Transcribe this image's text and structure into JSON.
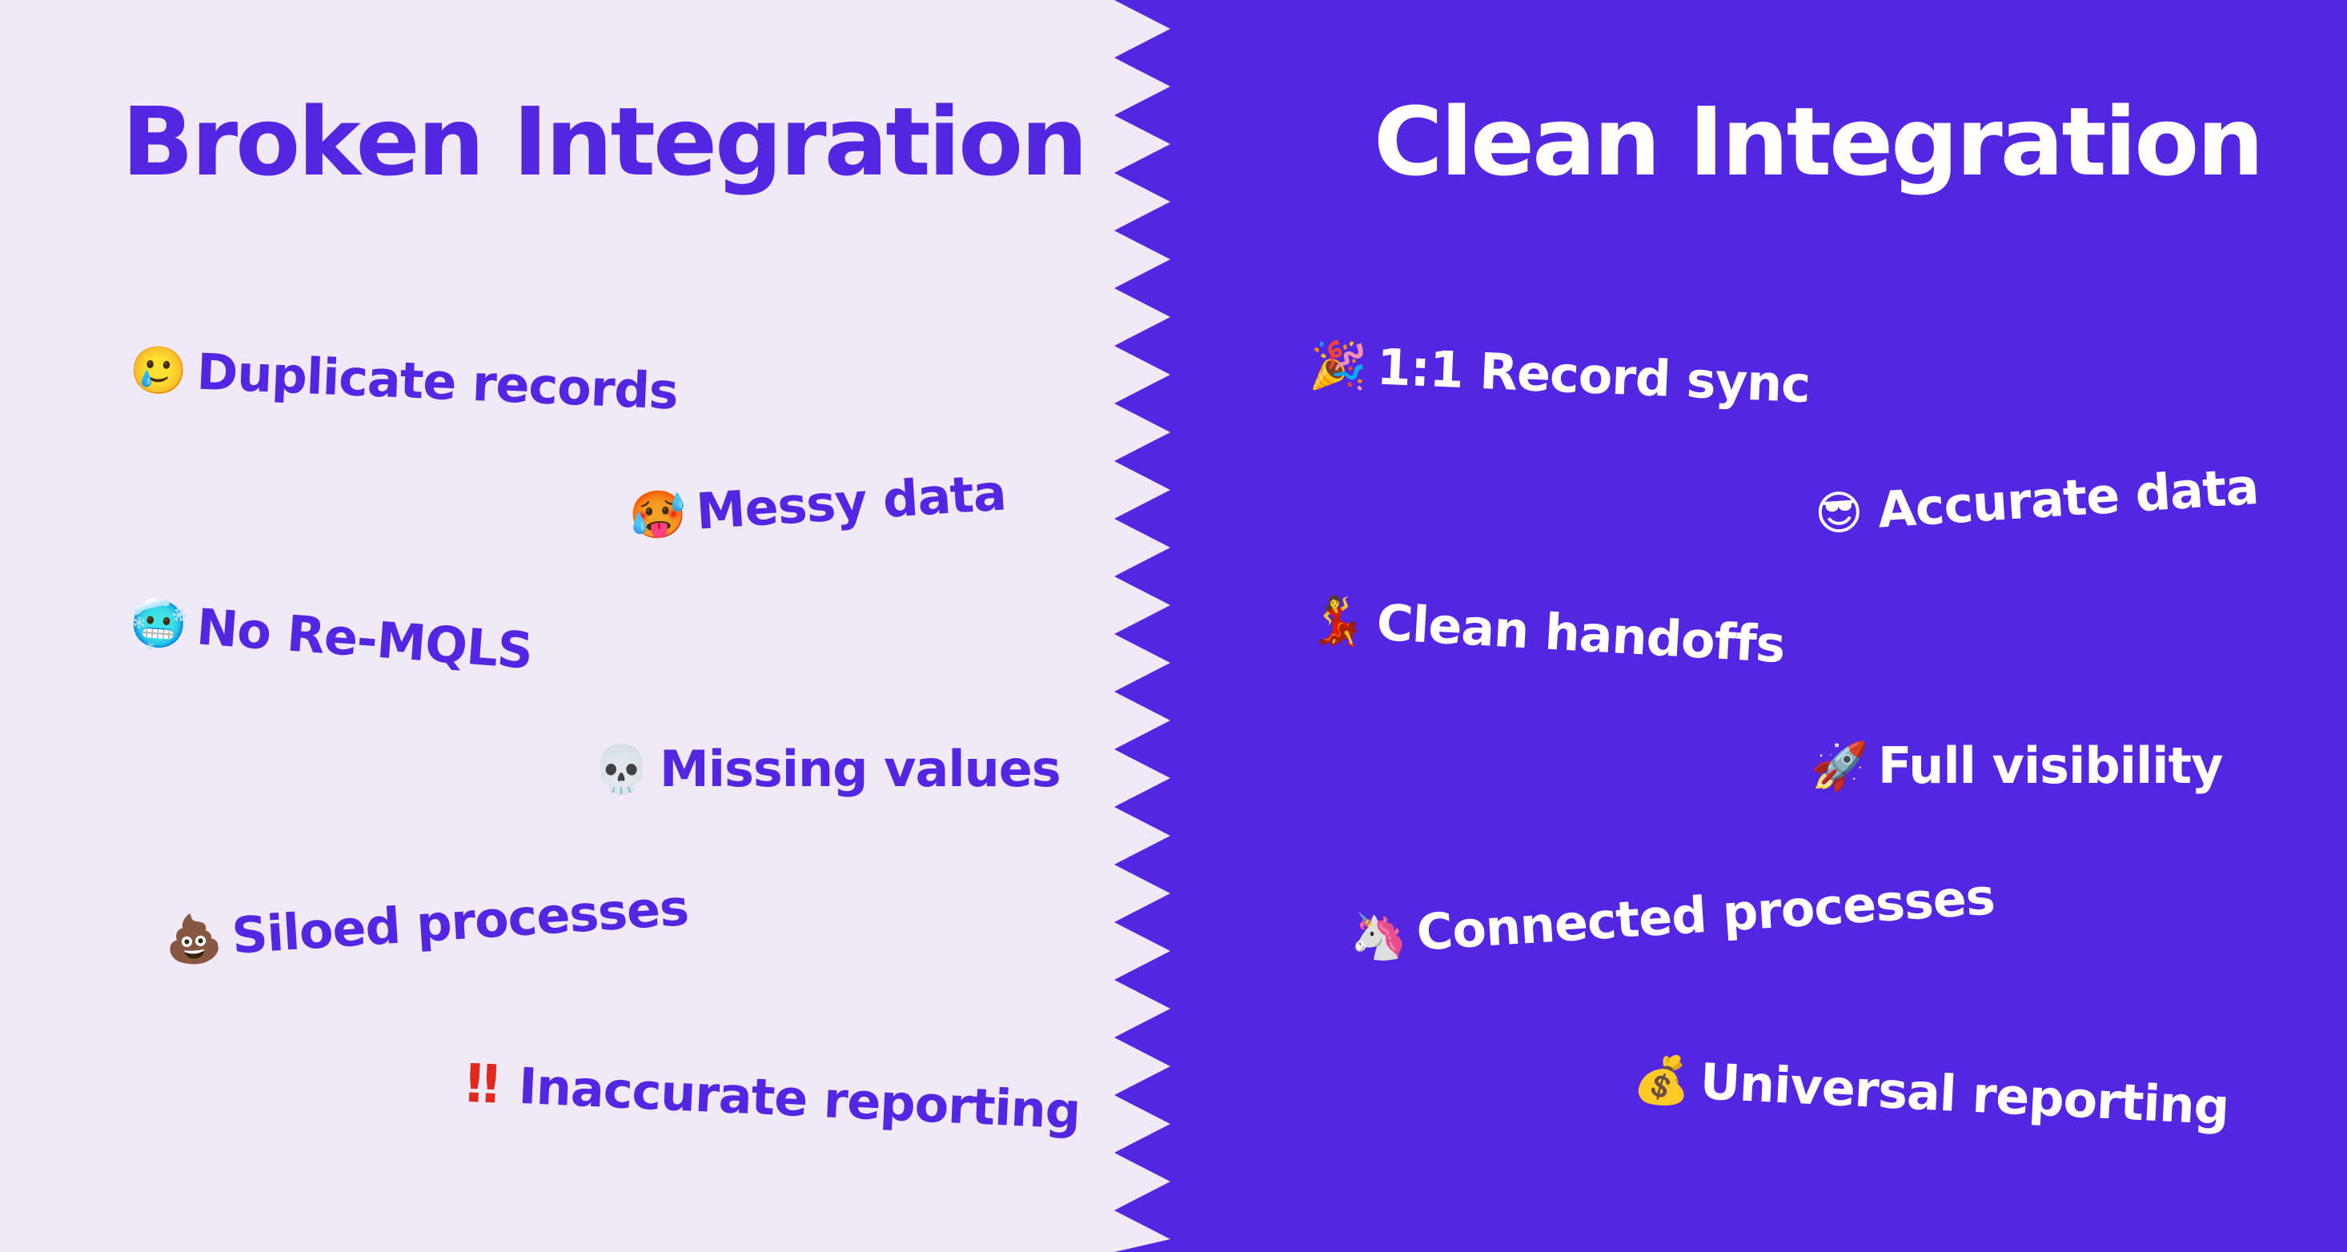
{
  "colors": {
    "left_background": "#efe9f8",
    "right_background": "#5326e2",
    "left_text": "#5326e2",
    "right_text": "#ffffff",
    "accent_red": "#e0291f"
  },
  "left": {
    "title": "Broken Integration",
    "items": [
      {
        "icon": "crying-smile-icon",
        "glyph": "🥲",
        "label": "Duplicate records"
      },
      {
        "icon": "hot-face-icon",
        "glyph": "🥵",
        "label": "Messy data"
      },
      {
        "icon": "cold-face-icon",
        "glyph": "🥶",
        "label": "No Re-MQLS"
      },
      {
        "icon": "skull-icon",
        "glyph": "💀",
        "label": "Missing values"
      },
      {
        "icon": "poop-icon",
        "glyph": "💩",
        "label": "Siloed processes"
      },
      {
        "icon": "double-exclamation-icon",
        "glyph": "‼",
        "label": "Inaccurate reporting"
      }
    ]
  },
  "right": {
    "title": "Clean Integration",
    "items": [
      {
        "icon": "party-popper-icon",
        "glyph": "🎉",
        "label": "1:1 Record sync"
      },
      {
        "icon": "sunglasses-face-icon",
        "glyph": "😎",
        "label": "Accurate data"
      },
      {
        "icon": "dancer-icon",
        "glyph": "💃",
        "label": "Clean handoffs"
      },
      {
        "icon": "rocket-icon",
        "glyph": "🚀",
        "label": "Full visibility"
      },
      {
        "icon": "unicorn-icon",
        "glyph": "🦄",
        "label": "Connected processes"
      },
      {
        "icon": "money-bag-icon",
        "glyph": "💰",
        "label": "Universal reporting"
      }
    ]
  }
}
